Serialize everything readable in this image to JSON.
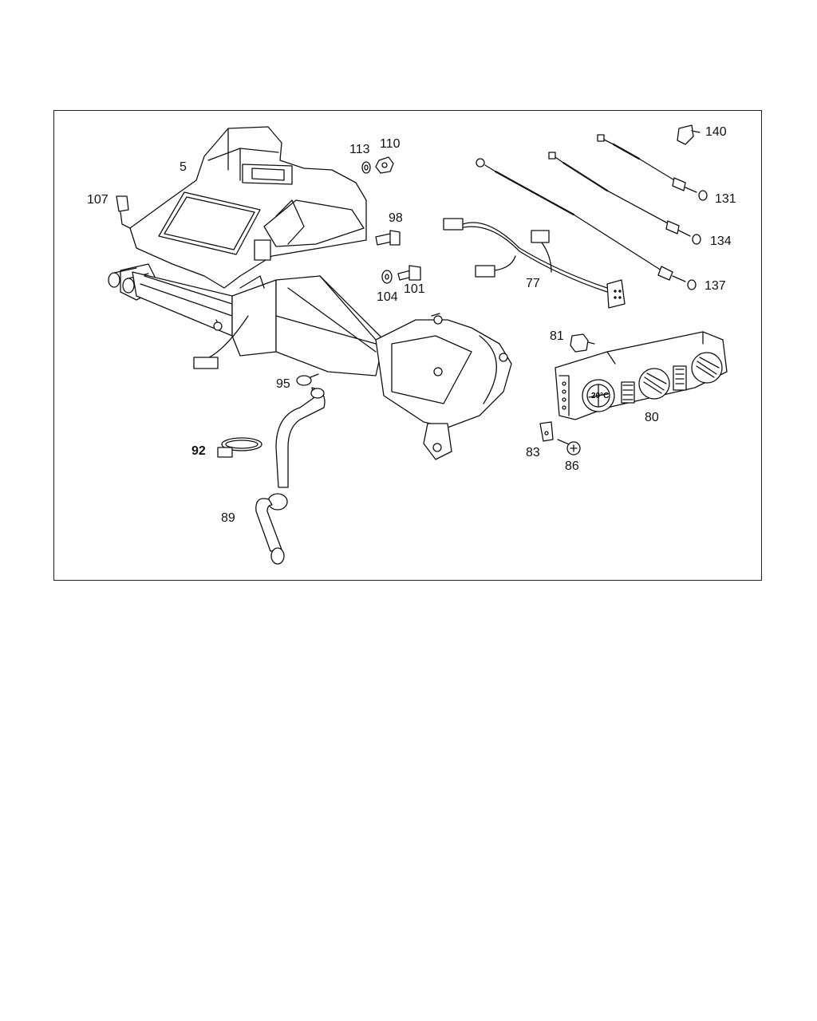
{
  "diagram": {
    "callouts": [
      {
        "id": "5",
        "text": "5"
      },
      {
        "id": "107",
        "text": "107"
      },
      {
        "id": "113",
        "text": "113"
      },
      {
        "id": "110",
        "text": "110"
      },
      {
        "id": "98",
        "text": "98"
      },
      {
        "id": "101",
        "text": "101"
      },
      {
        "id": "104",
        "text": "104"
      },
      {
        "id": "77",
        "text": "77"
      },
      {
        "id": "140",
        "text": "140"
      },
      {
        "id": "131",
        "text": "131"
      },
      {
        "id": "134",
        "text": "134"
      },
      {
        "id": "137",
        "text": "137"
      },
      {
        "id": "81",
        "text": "81"
      },
      {
        "id": "80",
        "text": "80"
      },
      {
        "id": "83",
        "text": "83"
      },
      {
        "id": "86",
        "text": "86"
      },
      {
        "id": "95",
        "text": "95"
      },
      {
        "id": "92",
        "text": "92"
      },
      {
        "id": "89",
        "text": "89"
      }
    ],
    "knob_label": "20°C"
  }
}
